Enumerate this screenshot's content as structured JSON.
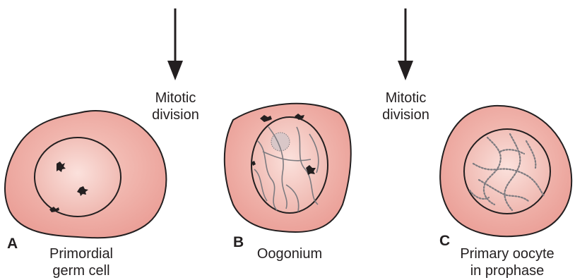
{
  "panels": [
    {
      "letter": "A",
      "caption_line1": "Primordial",
      "caption_line2": "germ cell"
    },
    {
      "letter": "B",
      "caption_line1": "Oogonium",
      "caption_line2": ""
    },
    {
      "letter": "C",
      "caption_line1": "Primary oocyte",
      "caption_line2": "in prophase"
    }
  ],
  "arrows": [
    {
      "label_line1": "Mitotic",
      "label_line2": "division"
    },
    {
      "label_line1": "Mitotic",
      "label_line2": "division"
    }
  ],
  "colors": {
    "cytoplasm": "#f2b9b0",
    "nucleus": "#f7d2cc",
    "outline": "#231f20",
    "chromatin": "#7d7b80"
  }
}
